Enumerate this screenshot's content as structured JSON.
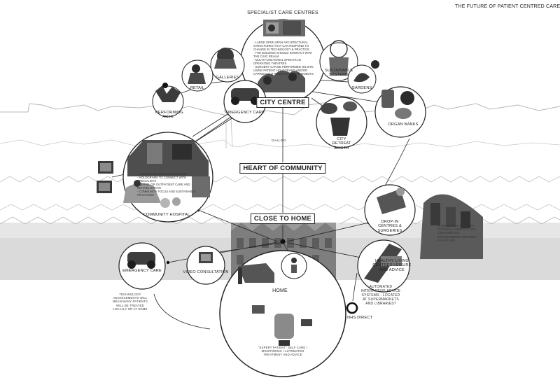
{
  "page_title": "The future of patient centred care?",
  "hubs": {
    "city_centre": "City Centre",
    "heart_of_community": "Heart of Community",
    "close_to_home": "Close to Home",
    "home": "Home"
  },
  "specialist": {
    "heading": "Specialist Care Centres",
    "notes": [
      "- Large open span architectural structures that can respond to change in technology & practice",
      "- The building should interact with the civic realm",
      "- Multi-functional open plan operating theatres",
      "- Surgery can be performed on site using patient holograms and/or carried out remotely using robots"
    ]
  },
  "city_nodes": {
    "galleries": "Galleries",
    "retail": "Retail",
    "performing_arts": "Performing Arts",
    "emergency_care": "Emergency Care",
    "sustainable_systems": "Sustainable Systems",
    "gardens": "Gardens",
    "organ_banks": "Organ Banks",
    "city_retreat_booth": "City Retreat Booth"
  },
  "community_hospital": {
    "label": "Community Hospital",
    "notes": [
      "- Clinics for body holograms",
      "- Holograms to connect with specialists",
      "- Rehab, GP, outpatient care and rehabilitation",
      "- Community focus and sustainable practices"
    ]
  },
  "close_nodes": {
    "emergency_care": "Emergency Care",
    "video_consultation": "Video Consultation",
    "drop_in": "Drop-in Centres & Surgeries",
    "alt_therapy": "Alternative therapy, physical therapy, spa treatments, environment inspired by nature",
    "healthy_living": "Healthy Living Centres Leisure and Advice"
  },
  "annotations": {
    "technology_note": "Technology advancements will mean many patients will be treated locally or at home",
    "automated_systems": "Automated interactive advice systems - located at supermarkets and libraries?",
    "nhs_direct": "NHS Direct",
    "expert_patient": "\"Expert Patient\" self care / monitoring / automated treatment and advice",
    "cable_text": "Dialling"
  },
  "colors": {
    "ink": "#222222",
    "skyline": "#b0b0b0",
    "terrace_band": "#d6d6d6",
    "photo_dark": "#6a6a6a",
    "photo_light": "#bdbdbd"
  }
}
